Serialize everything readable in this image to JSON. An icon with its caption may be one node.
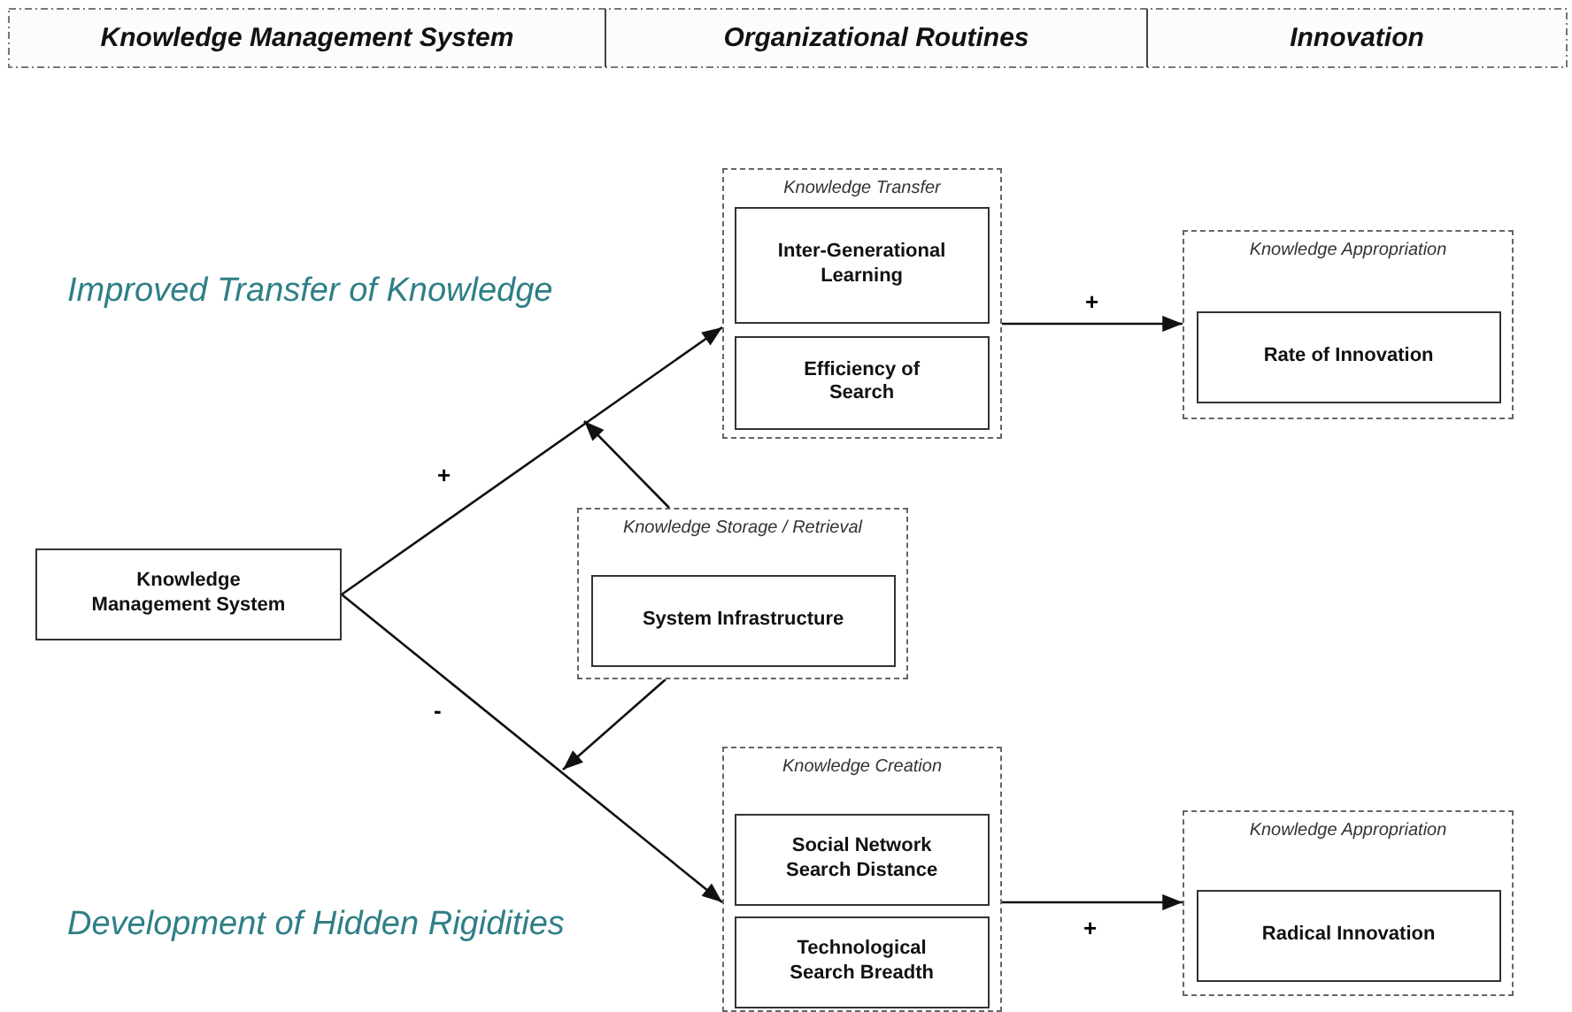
{
  "diagram": {
    "nodes": [
      {
        "text": [
          "Knowledge Management System"
        ]
      },
      {
        "text": [
          "Organizational Routines"
        ]
      },
      {
        "text": [
          "Innovation"
        ]
      },
      {
        "text": [
          "Knowledge Management System"
        ]
      },
      {
        "text": [
          "Knowledge Transfer"
        ]
      },
      {
        "text": [
          "Inter-Generational Learning"
        ],
        "in": 4
      },
      {
        "text": [
          "Efficiency of Search"
        ],
        "in": 4
      },
      {
        "text": [
          "Knowledge Appropriation"
        ]
      },
      {
        "text": [
          "Rate of Innovation"
        ],
        "in": 7
      },
      {
        "text": [
          "Knowledge Storage / Retrieval"
        ]
      },
      {
        "text": [
          "System Infrastructure"
        ],
        "in": 9
      },
      {
        "text": [
          "Knowledge Creation"
        ]
      },
      {
        "text": [
          "Social Network Search Distance"
        ],
        "in": 11
      },
      {
        "text": [
          "Technological Search Breadth"
        ],
        "in": 11
      },
      {
        "text": [
          "Knowledge Appropriation"
        ]
      },
      {
        "text": [
          "Radical Innovation"
        ],
        "in": 14
      }
    ],
    "edges": [
      {
        "from": 3,
        "to": 4,
        "arrow": "to",
        "label": "+"
      },
      {
        "from": 3,
        "to": 11,
        "arrow": "to",
        "label": "-"
      },
      {
        "from": 9,
        "to": null,
        "arrow": "to"
      },
      {
        "from": 9,
        "to": null,
        "arrow": "to"
      },
      {
        "from": 4,
        "to": 7,
        "arrow": "to",
        "label": "+"
      },
      {
        "from": 11,
        "to": 14,
        "arrow": "to",
        "label": "+"
      }
    ],
    "labels": [
      "Improved Transfer of Knowledge",
      "Development of Hidden Rigidities"
    ]
  }
}
